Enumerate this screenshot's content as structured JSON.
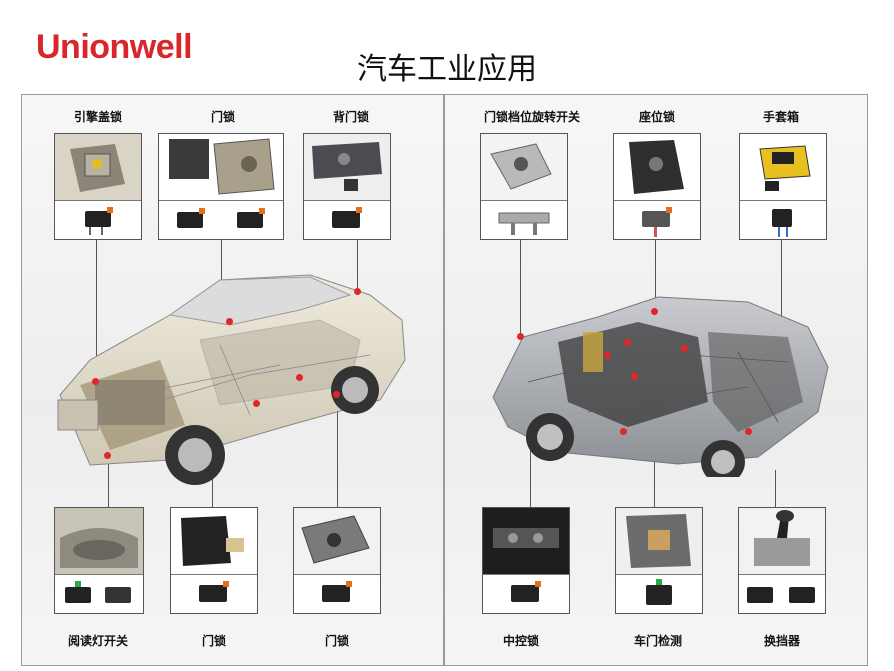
{
  "brand": "Unionwell",
  "title": "汽车工业应用",
  "left_panel": {
    "top_labels": [
      "引擎盖锁",
      "门锁",
      "背门锁"
    ],
    "bottom_labels": [
      "阅读灯开关",
      "门锁",
      "门锁"
    ]
  },
  "right_panel": {
    "top_labels": [
      "门锁档位旋转开关",
      "座位锁",
      "手套箱"
    ],
    "bottom_labels": [
      "中控锁",
      "车门检测",
      "换挡器"
    ]
  },
  "colors": {
    "brand": "#d8262b",
    "marker": "#e0262b",
    "switch_accent": "#e07020",
    "switch_accent_green": "#2aa84a"
  }
}
